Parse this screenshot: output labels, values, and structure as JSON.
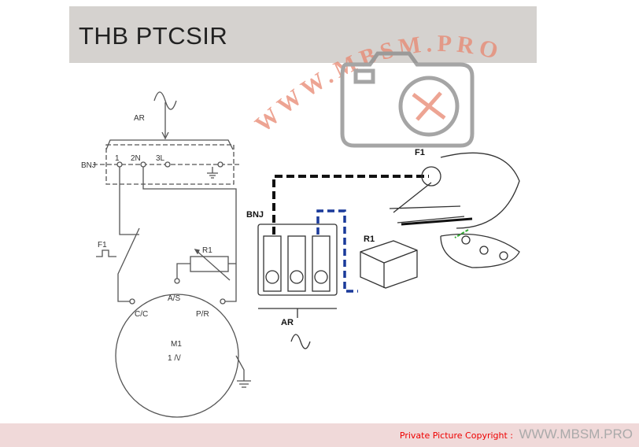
{
  "title": "THB PTCSIR",
  "schematic": {
    "supply_label": "AR",
    "connector_label": "BNJ",
    "terminals": [
      "1",
      "2N",
      "3L"
    ],
    "thermal_protector": "F1",
    "ptc": "R1",
    "motor_terminals": [
      "C/C",
      "A/S",
      "P/R"
    ],
    "motor": "M1",
    "motor_phase": "1 /\\/"
  },
  "wiring": {
    "connector_label": "BNJ",
    "relay_label": "R1",
    "protector_label": "F1",
    "supply_label": "AR"
  },
  "watermark": "WWW.MBSM.PRO",
  "footer": {
    "copyright": "Private Picture Copyright :",
    "site": "WWW.MBSM.PRO"
  }
}
